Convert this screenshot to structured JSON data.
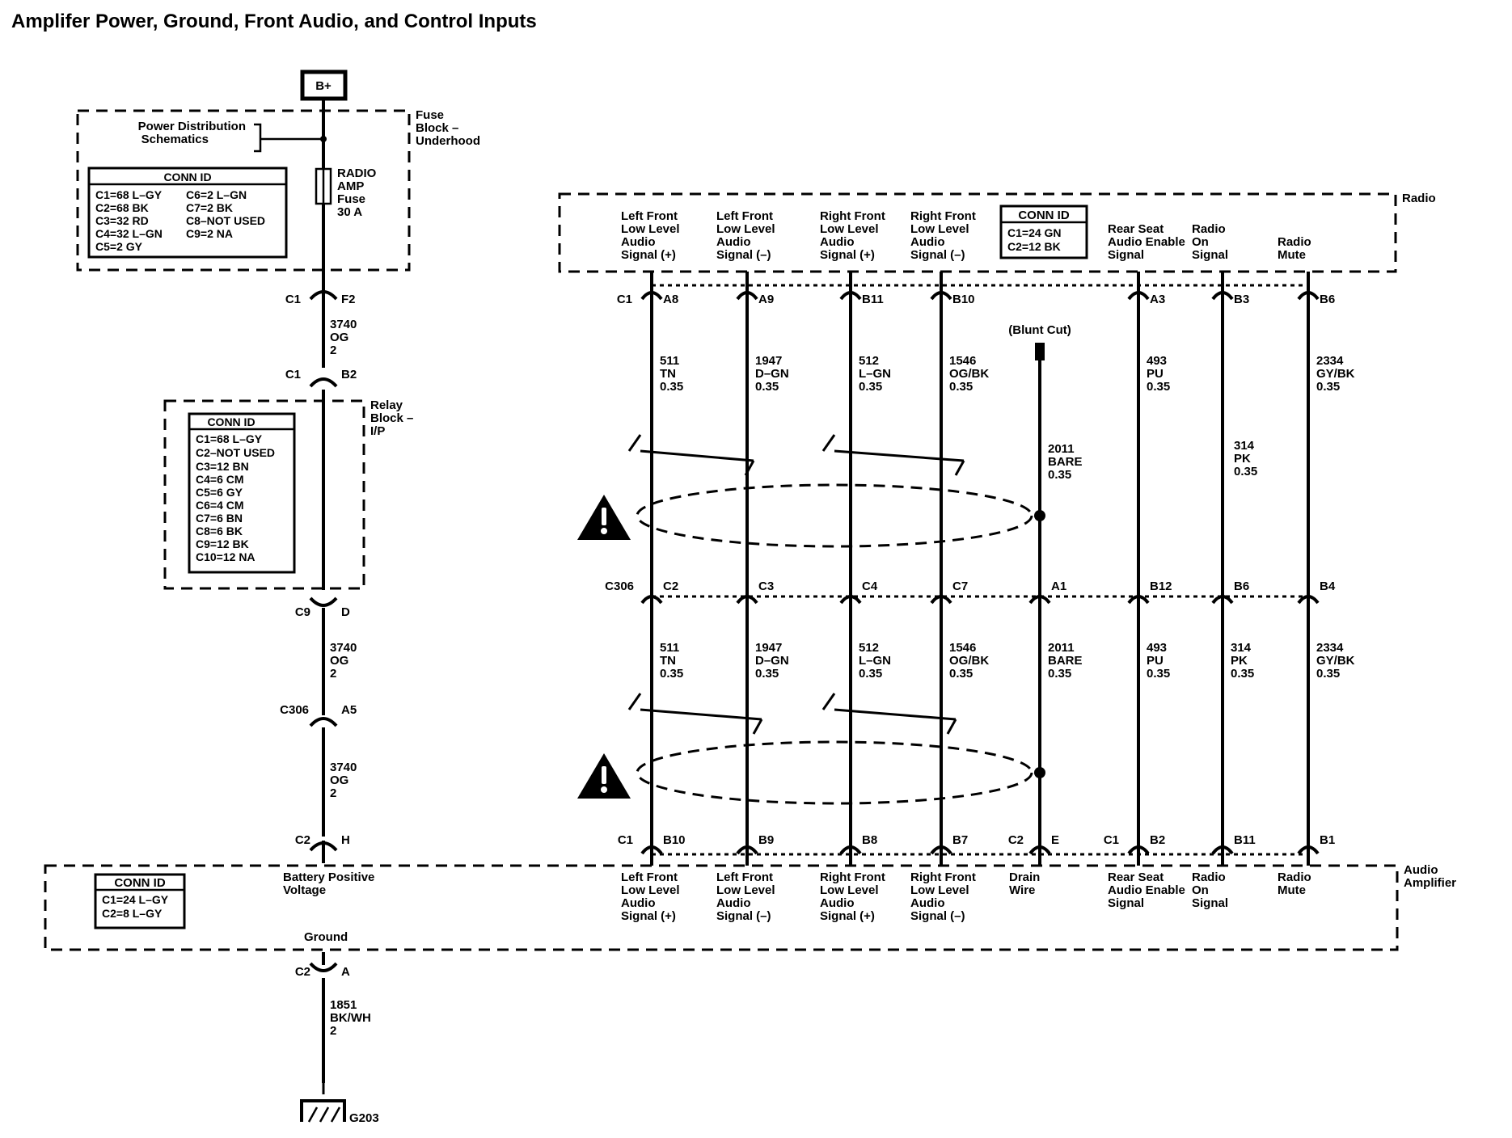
{
  "title": "Amplifer Power, Ground, Front Audio, and Control Inputs",
  "battery": "B+",
  "fuse_block": {
    "name": [
      "Fuse",
      "Block –",
      "Underhood"
    ],
    "power_dist": [
      "Power Distribution",
      "Schematics"
    ],
    "fuse": [
      "RADIO",
      "AMP",
      "Fuse",
      "30 A"
    ],
    "conn_header": "CONN ID",
    "conn": [
      "C1=68 L–GY",
      "C2=68 BK",
      "C3=32 RD",
      "C4=32 L–GN",
      "C5=2 GY",
      "C6=2 L–GN",
      "C7=2 BK",
      "C8–NOT USED",
      "C9=2 NA"
    ]
  },
  "relay_block": {
    "name": [
      "Relay",
      "Block –",
      "I/P"
    ],
    "conn_header": "CONN ID",
    "conn": [
      "C1=68 L–GY",
      "C2–NOT USED",
      "C3=12 BN",
      "C4=6 CM",
      "C5=6 GY",
      "C6=4 CM",
      "C7=6 BN",
      "C8=6 BK",
      "C9=12 BK",
      "C10=12 NA"
    ]
  },
  "power_path": {
    "c1": "C1",
    "f2": "F2",
    "wire1": [
      "3740",
      "OG",
      "2"
    ],
    "c1b": "C1",
    "b2": "B2",
    "c9": "C9",
    "d": "D",
    "wire2": [
      "3740",
      "OG",
      "2"
    ],
    "c306": "C306",
    "a5": "A5",
    "wire3": [
      "3740",
      "OG",
      "2"
    ],
    "c2": "C2",
    "h": "H"
  },
  "radio": {
    "name": "Radio",
    "conn_header": "CONN ID",
    "conn": [
      "C1=24 GN",
      "C2=12 BK"
    ],
    "connector": "C1"
  },
  "amplifier": {
    "name": [
      "Audio",
      "Amplifier"
    ],
    "conn_header": "CONN ID",
    "conn": [
      "C1=24 L–GY",
      "C2=8 L–GY"
    ],
    "battery_label": [
      "Battery Positive",
      "Voltage"
    ],
    "ground_label": "Ground",
    "c1": "C1",
    "c2": "C2",
    "c1b": "C1"
  },
  "ground_path": {
    "c2": "C2",
    "a": "A",
    "wire": [
      "1851",
      "BK/WH",
      "2"
    ],
    "ground": "G203"
  },
  "c306_label": "C306",
  "blunt_cut": "(Blunt Cut)",
  "circuits": [
    {
      "radio_label": [
        "Left Front",
        "Low Level",
        "Audio",
        "Signal (+)"
      ],
      "radio_pin": "A8",
      "wire_top": [
        "511",
        "TN",
        "0.35"
      ],
      "c306_pin": "C2",
      "wire_bot": [
        "511",
        "TN",
        "0.35"
      ],
      "amp_pin": "B10",
      "amp_label": [
        "Left Front",
        "Low Level",
        "Audio",
        "Signal (+)"
      ]
    },
    {
      "radio_label": [
        "Left Front",
        "Low Level",
        "Audio",
        "Signal (–)"
      ],
      "radio_pin": "A9",
      "wire_top": [
        "1947",
        "D–GN",
        "0.35"
      ],
      "c306_pin": "C3",
      "wire_bot": [
        "1947",
        "D–GN",
        "0.35"
      ],
      "amp_pin": "B9",
      "amp_label": [
        "Left Front",
        "Low Level",
        "Audio",
        "Signal (–)"
      ]
    },
    {
      "radio_label": [
        "Right Front",
        "Low Level",
        "Audio",
        "Signal (+)"
      ],
      "radio_pin": "B11",
      "wire_top": [
        "512",
        "L–GN",
        "0.35"
      ],
      "c306_pin": "C4",
      "wire_bot": [
        "512",
        "L–GN",
        "0.35"
      ],
      "amp_pin": "B8",
      "amp_label": [
        "Right Front",
        "Low Level",
        "Audio",
        "Signal (+)"
      ]
    },
    {
      "radio_label": [
        "Right Front",
        "Low Level",
        "Audio",
        "Signal (–)"
      ],
      "radio_pin": "B10",
      "wire_top": [
        "1546",
        "OG/BK",
        "0.35"
      ],
      "c306_pin": "C7",
      "wire_bot": [
        "1546",
        "OG/BK",
        "0.35"
      ],
      "amp_pin": "B7",
      "amp_label": [
        "Right Front",
        "Low Level",
        "Audio",
        "Signal (–)"
      ]
    },
    {
      "radio_label": [],
      "radio_pin": "",
      "wire_top": [
        "2011",
        "BARE",
        "0.35"
      ],
      "c306_pin": "A1",
      "wire_bot": [
        "2011",
        "BARE",
        "0.35"
      ],
      "amp_pin": "E",
      "amp_label": [
        "Drain",
        "Wire"
      ]
    },
    {
      "radio_label": [
        "Rear Seat",
        "Audio Enable",
        "Signal"
      ],
      "radio_pin": "A3",
      "wire_top": [
        "493",
        "PU",
        "0.35"
      ],
      "c306_pin": "B12",
      "wire_bot": [
        "493",
        "PU",
        "0.35"
      ],
      "amp_pin": "B2",
      "amp_label": [
        "Rear Seat",
        "Audio Enable",
        "Signal"
      ]
    },
    {
      "radio_label": [
        "Radio",
        "On",
        "Signal"
      ],
      "radio_pin": "B3",
      "wire_top": [
        "314",
        "PK",
        "0.35"
      ],
      "c306_pin": "B6",
      "wire_bot": [
        "314",
        "PK",
        "0.35"
      ],
      "amp_pin": "B11",
      "amp_label": [
        "Radio",
        "On",
        "Signal"
      ]
    },
    {
      "radio_label": [
        "Radio",
        "Mute"
      ],
      "radio_pin": "B6",
      "wire_top": [
        "2334",
        "GY/BK",
        "0.35"
      ],
      "c306_pin": "B4",
      "wire_bot": [
        "2334",
        "GY/BK",
        "0.35"
      ],
      "amp_pin": "B1",
      "amp_label": [
        "Radio",
        "Mute"
      ]
    }
  ]
}
